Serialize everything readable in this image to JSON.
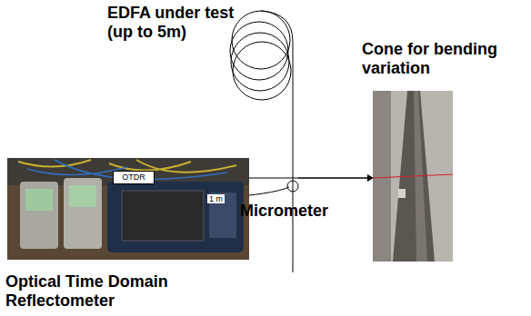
{
  "diagram": {
    "nodes": [
      {
        "text": [
          "OTDR"
        ]
      }
    ],
    "labels": [
      "EDFA under test (up to 5m)",
      "Cone for bending variation",
      "1 m",
      "Micrometer",
      "Optical Time Domain Reflectometer"
    ]
  }
}
